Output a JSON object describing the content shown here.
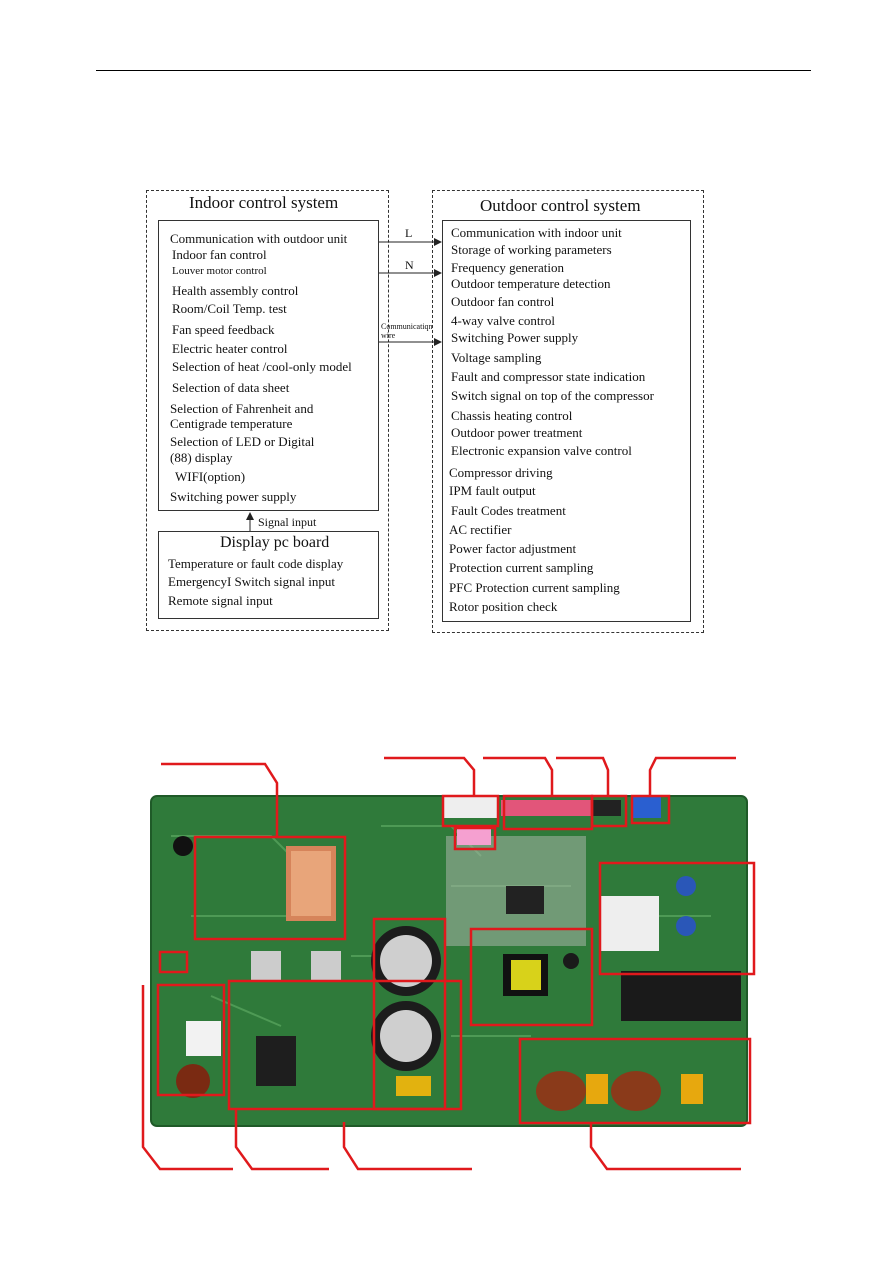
{
  "diagram": {
    "indoor_title": "Indoor control system",
    "indoor_items": [
      "Communication with outdoor unit",
      "Indoor fan control",
      "Louver motor control",
      "Health assembly control",
      "Room/Coil Temp. test",
      "Fan speed feedback",
      "Electric heater control",
      "Selection of heat /cool-only model",
      "Selection of data sheet",
      "Selection of Fahrenheit and",
      "Centigrade temperature",
      "Selection of LED or Digital",
      "(88) display",
      "WIFI(option)",
      "Switching power supply"
    ],
    "display_title": "Display pc board",
    "display_items": [
      "Temperature or fault code display",
      "EmergencyI Switch signal input",
      "Remote signal input"
    ],
    "signal_input_label": "Signal input",
    "outdoor_title": "Outdoor control system",
    "outdoor_items": [
      "Communication with indoor unit",
      "Storage of working parameters",
      "Frequency generation",
      "Outdoor temperature detection",
      "Outdoor fan control",
      "4-way valve control",
      "Switching Power supply",
      "Voltage sampling",
      "Fault and compressor state indication",
      "Switch signal on top of the compressor",
      "Chassis heating control",
      "Outdoor power treatment",
      "Electronic expansion valve control",
      "Compressor driving",
      "IPM fault output",
      "Fault Codes treatment",
      "AC rectifier",
      "Power factor adjustment",
      "Protection current sampling",
      "PFC Protection current sampling",
      "Rotor position check"
    ],
    "wire_L": "L",
    "wire_N": "N",
    "comm_wire_line1": "Communicatiqn",
    "comm_wire_line2": "wire"
  },
  "colors": {
    "callout": "#e0191c",
    "board": "#2f7a3a"
  }
}
